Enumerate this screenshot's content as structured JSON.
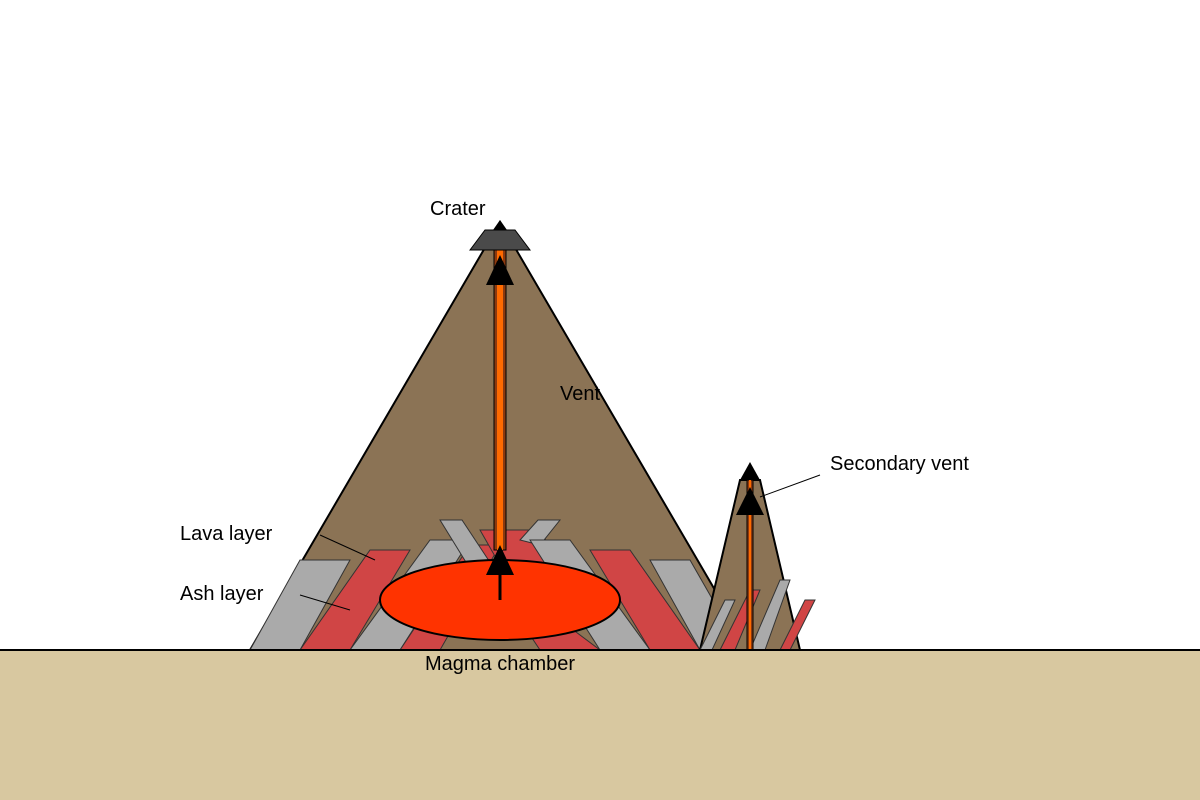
{
  "labels": {
    "crater": "Crater",
    "vent": "Vent",
    "secondary_vent": "Secondary vent",
    "lava_layer": "Lava layer",
    "ash_layer": "Ash layer",
    "magma_chamber": "Magma chamber"
  },
  "colors": {
    "ground": "#d8c8a0",
    "volcano": "#8b7355",
    "lava_layer": "#d04545",
    "ash_layer": "#aaaaaa",
    "magma": "#ff3300",
    "vent_core": "#ff6a00",
    "crater": "#4a4a4a",
    "outline": "#000000"
  }
}
